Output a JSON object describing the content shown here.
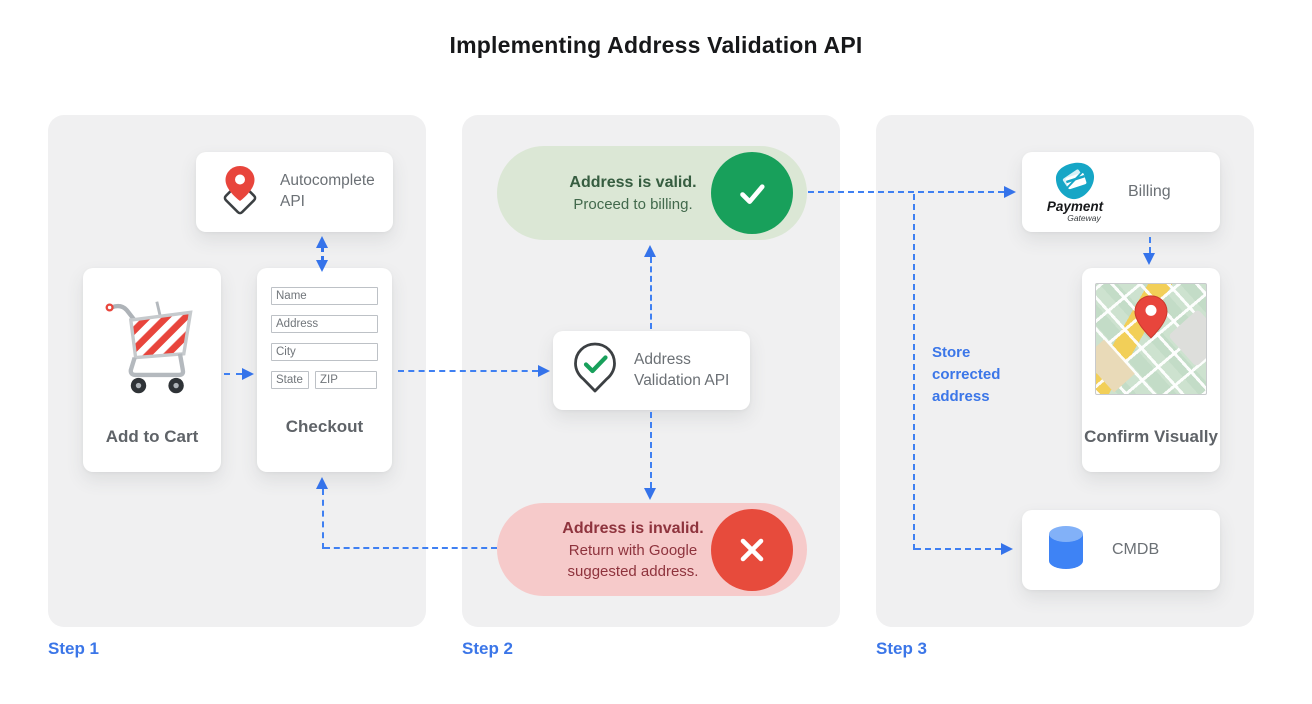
{
  "title": "Implementing Address Validation API",
  "colors": {
    "accent_blue": "#3b76e8",
    "valid_green": "#18a05b",
    "invalid_red": "#e74b3c",
    "valid_bg": "#dbe7d5",
    "invalid_bg": "#f6caca"
  },
  "steps": {
    "step1": {
      "label": "Step 1",
      "autocomplete": {
        "label": "Autocomplete API"
      },
      "add_to_cart": {
        "label": "Add to Cart"
      },
      "checkout": {
        "label": "Checkout",
        "fields": [
          {
            "placeholder": "Name"
          },
          {
            "placeholder": "Address"
          },
          {
            "placeholder": "City"
          },
          {
            "placeholder": "State"
          },
          {
            "placeholder": "ZIP"
          }
        ]
      }
    },
    "step2": {
      "label": "Step 2",
      "valid": {
        "title": "Address is valid.",
        "subtitle": "Proceed to billing."
      },
      "validation_api": {
        "label": "Address Validation API"
      },
      "invalid": {
        "title": "Address is invalid.",
        "subtitle": "Return with Google suggested address."
      }
    },
    "step3": {
      "label": "Step 3",
      "billing": {
        "label": "Billing",
        "logo_title": "Payment",
        "logo_subtitle": "Gateway"
      },
      "confirm": {
        "label": "Confirm Visually"
      },
      "cmdb": {
        "label": "CMDB"
      },
      "store_note": "Store corrected address"
    }
  }
}
